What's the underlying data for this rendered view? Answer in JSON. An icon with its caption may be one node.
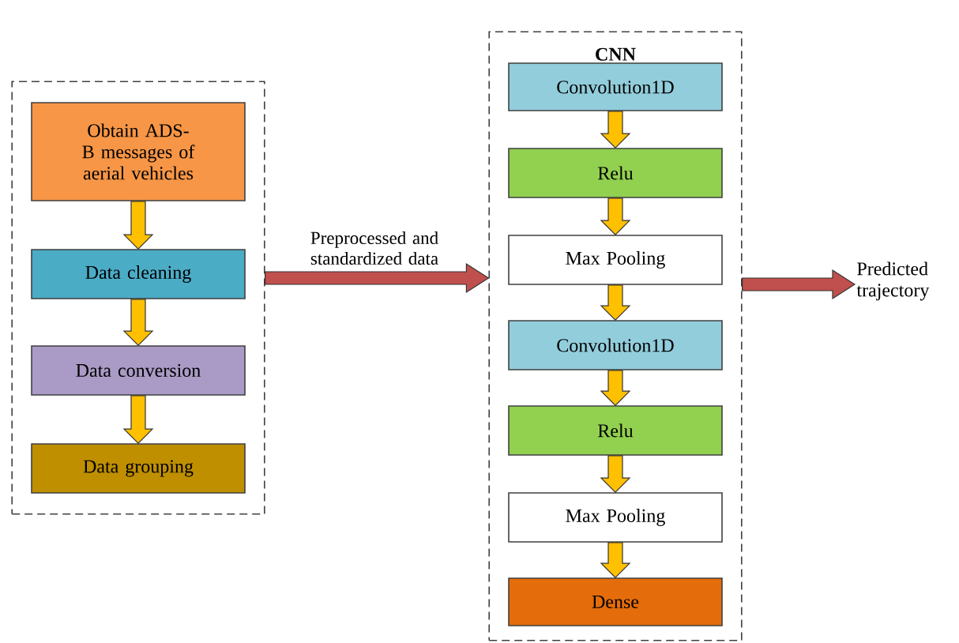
{
  "diagram": {
    "nodes": [
      {
        "text": [],
        "shape": "box"
      },
      {
        "text": [
          "Obtain ADS-B messages of aerial vehicles"
        ],
        "in": 0
      },
      {
        "text": [
          "Data cleaning"
        ],
        "in": 0
      },
      {
        "text": [
          "Data conversion"
        ],
        "in": 0
      },
      {
        "text": [
          "Data grouping"
        ],
        "in": 0
      },
      {
        "text": [
          "CNN"
        ]
      },
      {
        "text": [
          "Convolution1D"
        ],
        "in": 5
      },
      {
        "text": [
          "Relu"
        ],
        "in": 5
      },
      {
        "text": [
          "Max Pooling"
        ],
        "in": 5
      },
      {
        "text": [
          "Convolution1D"
        ],
        "in": 5
      },
      {
        "text": [
          "Relu"
        ],
        "in": 5
      },
      {
        "text": [
          "Max Pooling"
        ],
        "in": 5
      },
      {
        "text": [
          "Dense"
        ],
        "in": 5
      },
      {
        "text": [
          "Predicted trajectory"
        ]
      }
    ],
    "edges": [
      {
        "from": 1,
        "to": 2,
        "arrow": "to"
      },
      {
        "from": 2,
        "to": 3,
        "arrow": "to"
      },
      {
        "from": 3,
        "to": 4,
        "arrow": "to"
      },
      {
        "from": 0,
        "to": 5,
        "arrow": "to",
        "label": "Preprocessed and standardized data",
        "color": "#c0504d"
      },
      {
        "from": 6,
        "to": 7,
        "arrow": "to"
      },
      {
        "from": 7,
        "to": 8,
        "arrow": "to"
      },
      {
        "from": 8,
        "to": 9,
        "arrow": "to"
      },
      {
        "from": 9,
        "to": 10,
        "arrow": "to"
      },
      {
        "from": 10,
        "to": 11,
        "arrow": "to"
      },
      {
        "from": 11,
        "to": 12,
        "arrow": "to"
      },
      {
        "from": 5,
        "to": 13,
        "arrow": "to",
        "color": "#c0504d"
      }
    ]
  }
}
